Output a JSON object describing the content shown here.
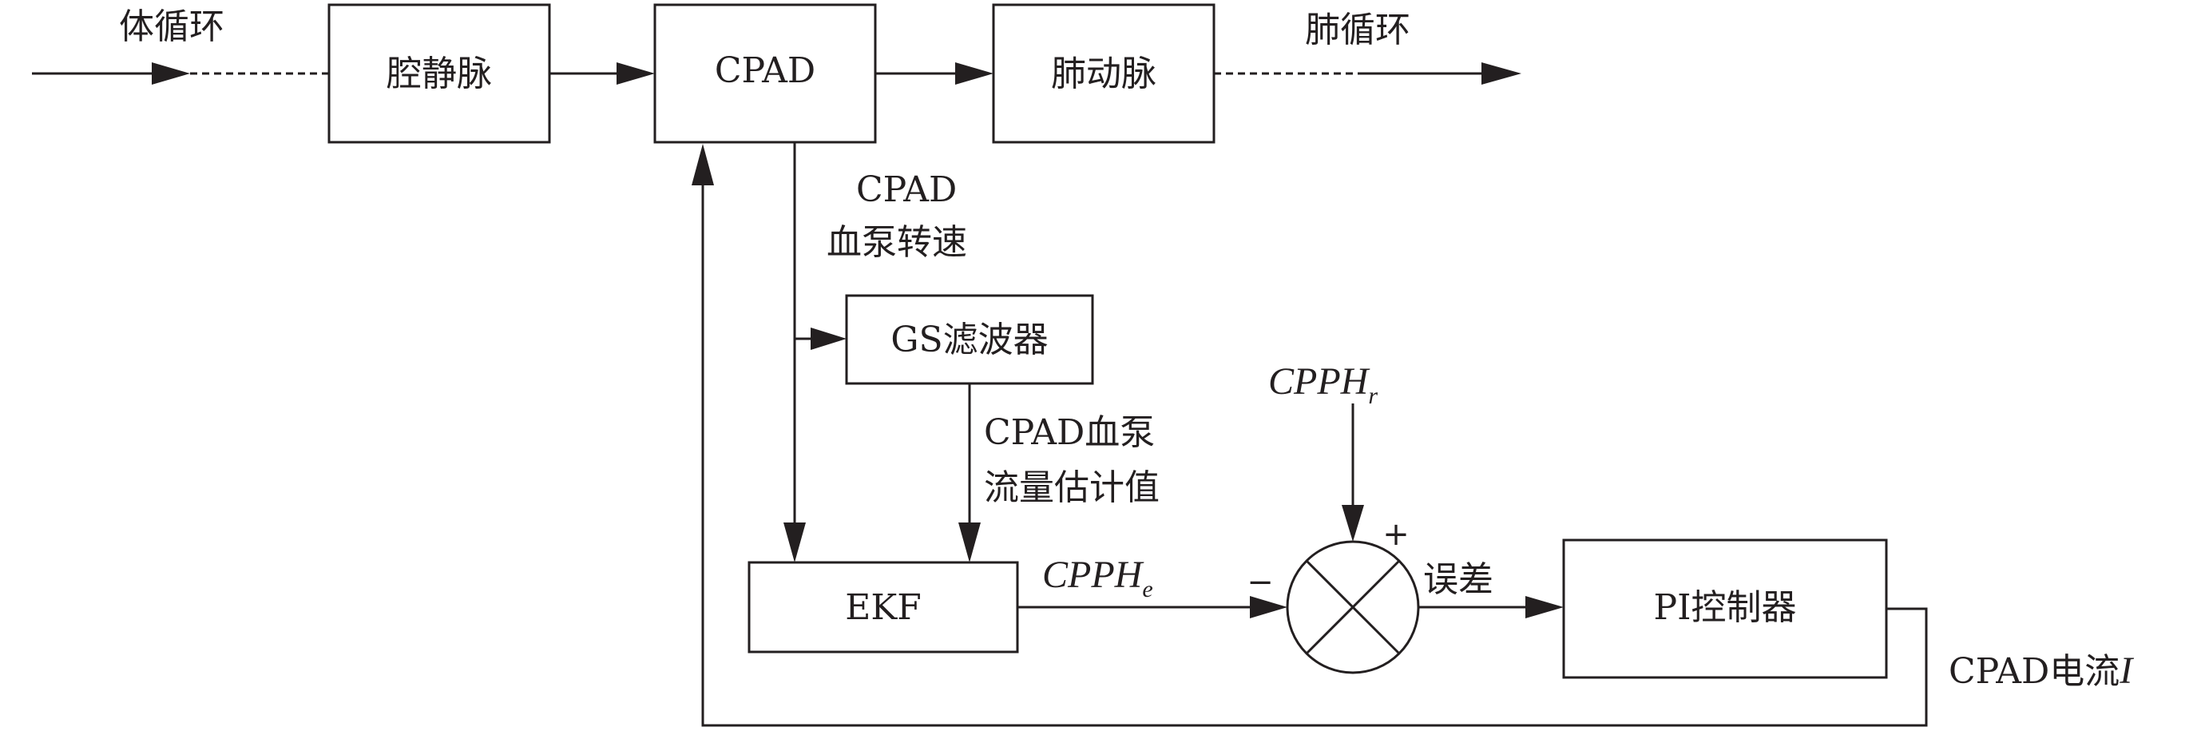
{
  "nodes": {
    "vena_cava": "腔静脉",
    "cpad": "CPAD",
    "pulmonary_artery": "肺动脉",
    "gs_filter": "GS滤波器",
    "ekf": "EKF",
    "pi_controller": "PI控制器"
  },
  "labels": {
    "systemic_circulation": "体循环",
    "pulmonary_circulation": "肺循环",
    "pump_speed_line1": "CPAD",
    "pump_speed_line2": "血泵转速",
    "flow_estimate_line1": "CPAD血泵",
    "flow_estimate_line2": "流量估计值",
    "cpph_r_main": "CPPH",
    "cpph_r_sub": "r",
    "cpph_e_main": "CPPH",
    "cpph_e_sub": "e",
    "plus_sign": "+",
    "minus_sign": "−",
    "error": "误差",
    "current_prefix": "CPAD电流",
    "current_symbol": "I"
  }
}
